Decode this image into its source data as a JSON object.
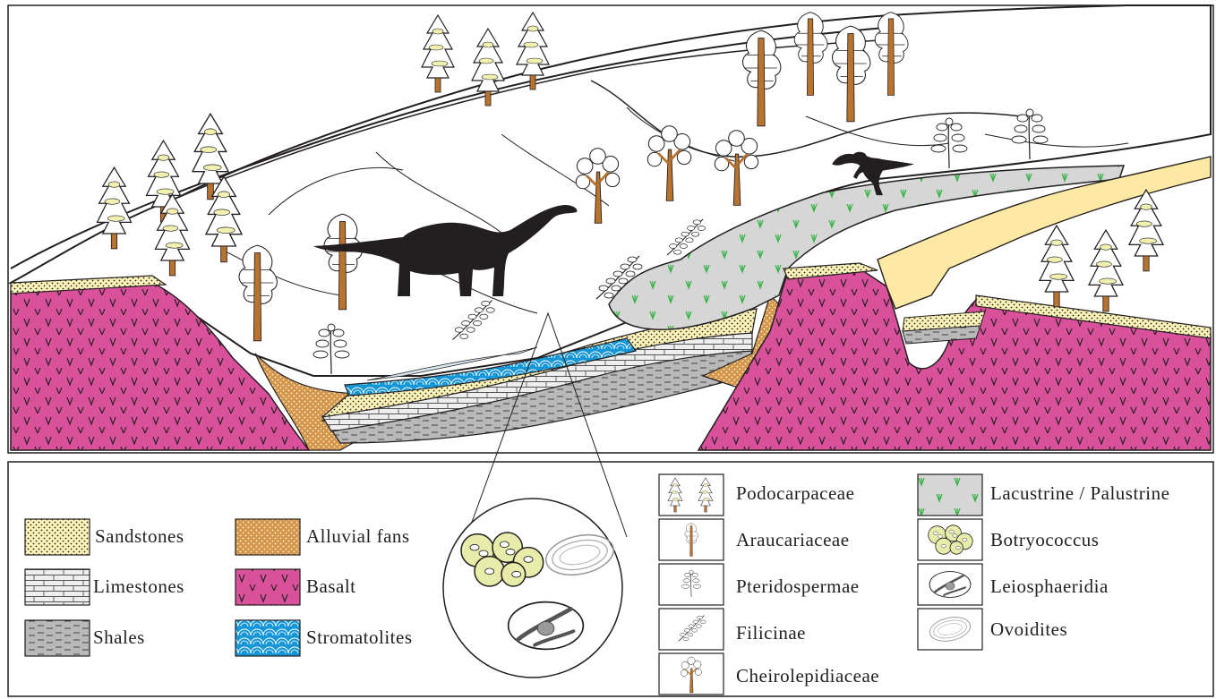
{
  "legend": {
    "lithology": [
      {
        "id": "sandstones",
        "label": "Sandstones"
      },
      {
        "id": "limestones",
        "label": "Limestones"
      },
      {
        "id": "shales",
        "label": "Shales"
      },
      {
        "id": "alluvial",
        "label": "Alluvial fans"
      },
      {
        "id": "basalt",
        "label": "Basalt"
      },
      {
        "id": "stromatolites",
        "label": "Stromatolites"
      }
    ],
    "flora": [
      {
        "id": "podocarpaceae",
        "label": "Podocarpaceae"
      },
      {
        "id": "araucariaceae",
        "label": "Araucariaceae"
      },
      {
        "id": "pteridospermae",
        "label": "Pteridospermae"
      },
      {
        "id": "filicinae",
        "label": "Filicinae"
      },
      {
        "id": "cheirolepidiaceae",
        "label": "Cheirolepidiaceae"
      }
    ],
    "environment": [
      {
        "id": "lacustrine",
        "label": "Lacustrine / Palustrine"
      },
      {
        "id": "botryococcus",
        "label": "Botryococcus"
      },
      {
        "id": "leiosphaeridia",
        "label": "Leiosphaeridia"
      },
      {
        "id": "ovoidites",
        "label": "Ovoidites"
      }
    ]
  },
  "colors": {
    "sandstone": "#fbf3b8",
    "alluvial": "#d4964a",
    "basalt": "#d9519b",
    "stromatolite": "#1596d6",
    "shale": "#b9b9b9",
    "limestone": "#eeeeee",
    "lake": "#d6d6d6",
    "yellow_layer": "#fde9a3",
    "trunk": "#b8742e",
    "outline": "#231f20"
  }
}
